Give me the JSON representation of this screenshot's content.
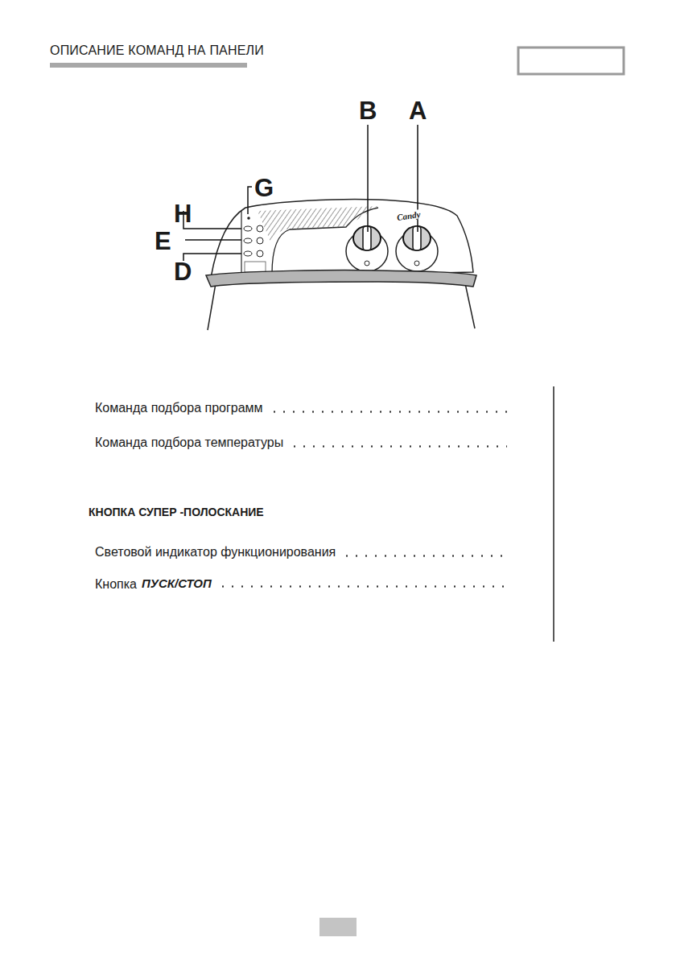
{
  "diagram": {
    "title": "ОПИСАНИЕ КОМАНД НА ПАНЕЛИ",
    "labels": [
      "B",
      "A",
      "G",
      "H",
      "E",
      "D",
      "Candy",
      "Команда подбора программ",
      "Команда подбора температуры",
      "КНОПКА СУПЕР -ПОЛОСКАНИЕ",
      "Световой индикатор функционирования",
      "Кнопка",
      "ПУСК/СТОП"
    ]
  }
}
